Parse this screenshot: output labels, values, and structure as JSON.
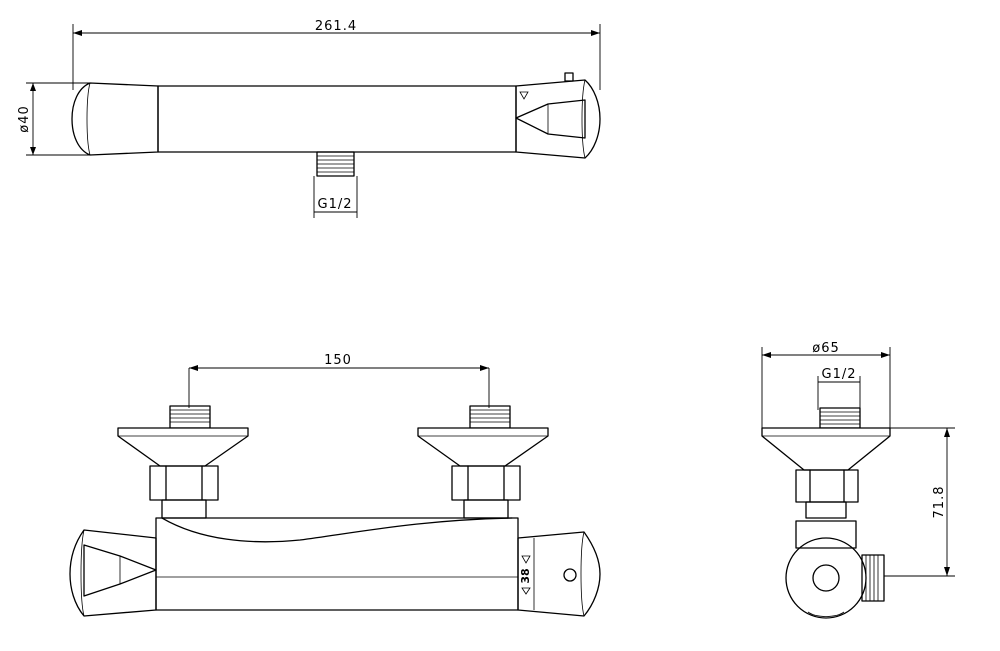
{
  "top_view": {
    "length_label": "261.4",
    "diameter_label": "ø40",
    "inlet_thread_label": "G1/2"
  },
  "front_view": {
    "center_distance_label": "150",
    "dial_mark": "38"
  },
  "side_view": {
    "diameter_label": "ø65",
    "thread_label": "G1/2",
    "height_label": "71.8"
  }
}
